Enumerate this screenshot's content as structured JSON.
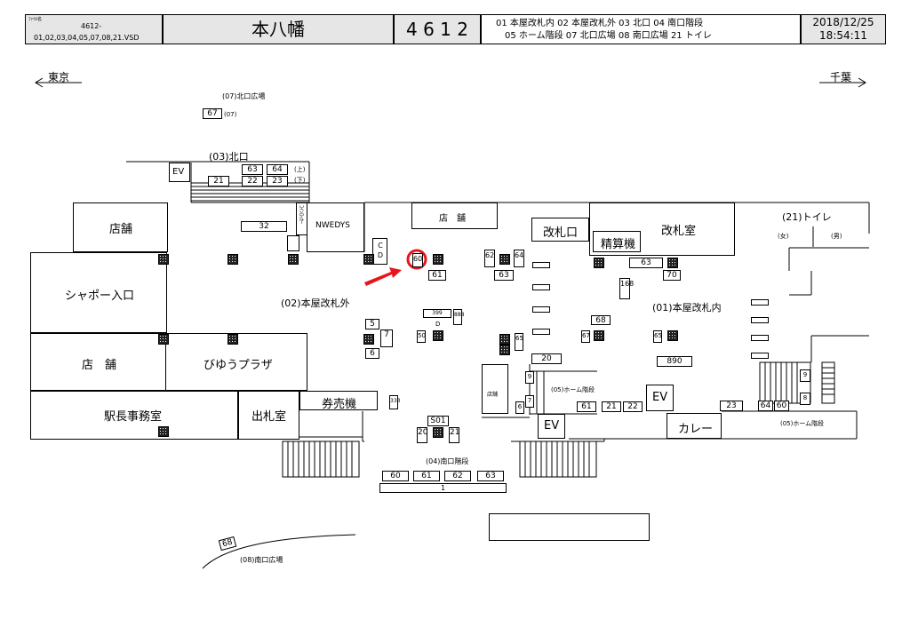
{
  "header": {
    "file_label": "ﾌｧｲﾙ名",
    "file_id": "4612-",
    "file_list": "01,02,03,04,05,07,08,21.VSD",
    "station_name": "本八幡",
    "station_code": "4 6 1 2",
    "legend_line1": "01 本屋改札内  02 本屋改札外  03 北口  04 南口階段",
    "legend_line2": "05 ホーム階段  07 北口広場  08 南口広場  21 トイレ",
    "date": "2018/12/25",
    "time": "18:54:11"
  },
  "directions": {
    "west": "東京",
    "east": "千葉"
  },
  "areas": {
    "kita_hiroba": "(07)北口広場",
    "kitaguchi": "(03)北口",
    "honya_kaisatsu_gai": "(02)本屋改札外",
    "honya_kaisatsu_nai": "(01)本屋改札内",
    "toilet": "(21)トイレ",
    "toilet_f": "(女)",
    "toilet_m": "(男)",
    "minami_kaidan": "(04)南口階段",
    "minami_hiroba": "(08)南口広場",
    "home_kaidan_left": "(05)ホーム階段",
    "home_kaidan_right": "(05)ホーム階段"
  },
  "rooms": {
    "shop_top_left": "店舗",
    "shop_center": "店　舗",
    "shabo": "シャポー入口",
    "shop_left": "店　舗",
    "biyu": "びゆうプラザ",
    "ekicho": "駅長事務室",
    "shussatsu": "出札室",
    "kenbaiki": "券売機",
    "nwedys": "NWEDYS",
    "coin_locker": "ｺｲﾝﾛｯｶｰ",
    "kaisatsuguchi": "改札口",
    "seisanki": "精算機",
    "kaisatsushitsu": "改札室",
    "curry": "カレー",
    "shop_small": "店舗",
    "ev": "EV",
    "cd": "C D",
    "d": "D"
  },
  "codes": {
    "c67_07": "67",
    "c07": "(07)",
    "c63_top": "63",
    "c64_top": "64",
    "up": "(上)",
    "down": "(下)",
    "c21_top": "21",
    "c22_top": "22",
    "c23_top": "23",
    "c32": "32",
    "c60_marked": "60",
    "c61_mid": "61",
    "c62_mid": "62",
    "c64_mid": "64",
    "c63_mid": "63",
    "c63_right": "63",
    "c70": "70",
    "c168": "168",
    "c399": "399",
    "c888": "888",
    "c5": "5",
    "c7": "7",
    "c6": "6",
    "c50": "50",
    "c68": "68",
    "c67_mid": "67",
    "c65_a": "65",
    "c65_b": "65",
    "c20_mid": "20",
    "c890": "890",
    "c9": "9",
    "c7b": "7",
    "c6b": "6",
    "c61_low": "61",
    "c21_low": "21",
    "c22_low": "22",
    "c23_low": "23",
    "c64_low": "64",
    "c60_low": "60",
    "c9r": "9",
    "c8r": "8",
    "c333": "333",
    "s01": "S01",
    "c20_low": "20",
    "c21_s": "21",
    "c60_bot": "60",
    "c61_bot": "61",
    "c62_bot": "62",
    "c63_bot": "63",
    "c1_bot": "1",
    "c68_bot": "68"
  },
  "colors": {
    "marker": "#e8141c",
    "header_bg": "#e6e6e6"
  }
}
